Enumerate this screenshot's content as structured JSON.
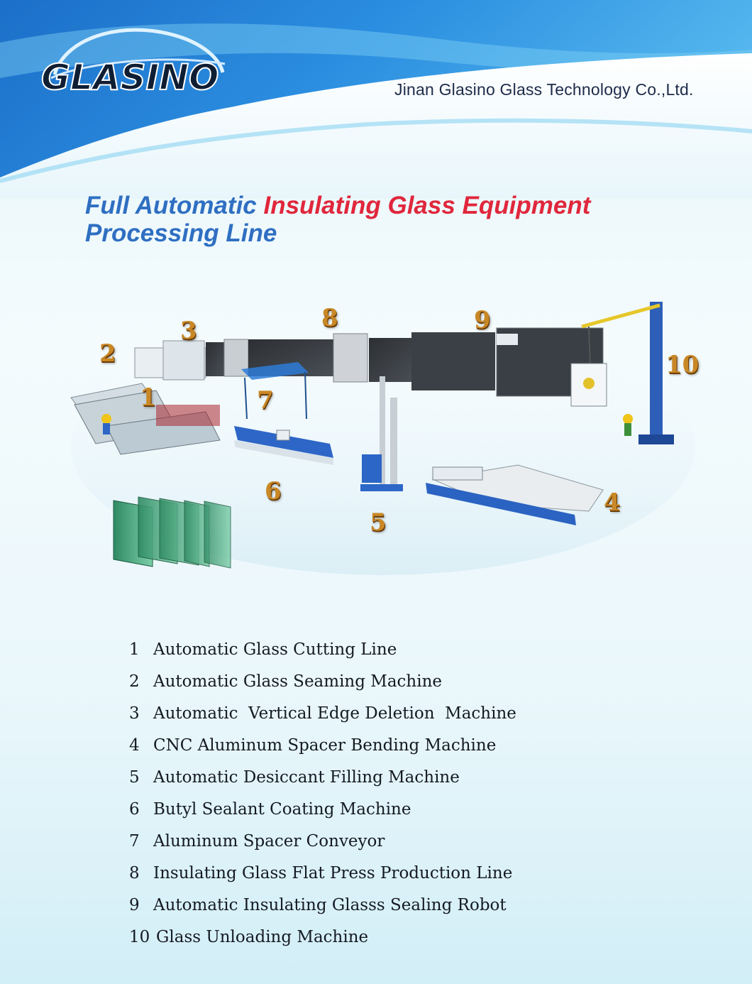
{
  "brand": {
    "logo_text": "GLASINO"
  },
  "header": {
    "company": "Jinan Glasino Glass Technology Co.,Ltd."
  },
  "title": {
    "part1": "Full Automatic ",
    "part2": "Insulating Glass Equipment",
    "line2": "Processing Line"
  },
  "colors": {
    "title_blue": "#2f6fc2",
    "title_red": "#e0273c",
    "header_blue": "#1f73c9",
    "badge_gold": "#c98826"
  },
  "diagram": {
    "badges": [
      "1",
      "2",
      "3",
      "4",
      "5",
      "6",
      "7",
      "8",
      "9",
      "10"
    ]
  },
  "items": [
    {
      "num": "1",
      "label": "Automatic Glass Cutting Line"
    },
    {
      "num": "2",
      "label": "Automatic Glass Seaming Machine"
    },
    {
      "num": "3",
      "label": "Automatic  Vertical Edge Deletion  Machine"
    },
    {
      "num": "4",
      "label": "CNC Aluminum Spacer Bending Machine"
    },
    {
      "num": "5",
      "label": "Automatic Desiccant Filling Machine"
    },
    {
      "num": "6",
      "label": "Butyl Sealant Coating Machine"
    },
    {
      "num": "7",
      "label": "Aluminum Spacer Conveyor"
    },
    {
      "num": "8",
      "label": "Insulating Glass Flat Press Production Line"
    },
    {
      "num": "9",
      "label": "Automatic Insulating Glasss Sealing Robot"
    },
    {
      "num": "10",
      "label": "Glass Unloading Machine"
    }
  ]
}
